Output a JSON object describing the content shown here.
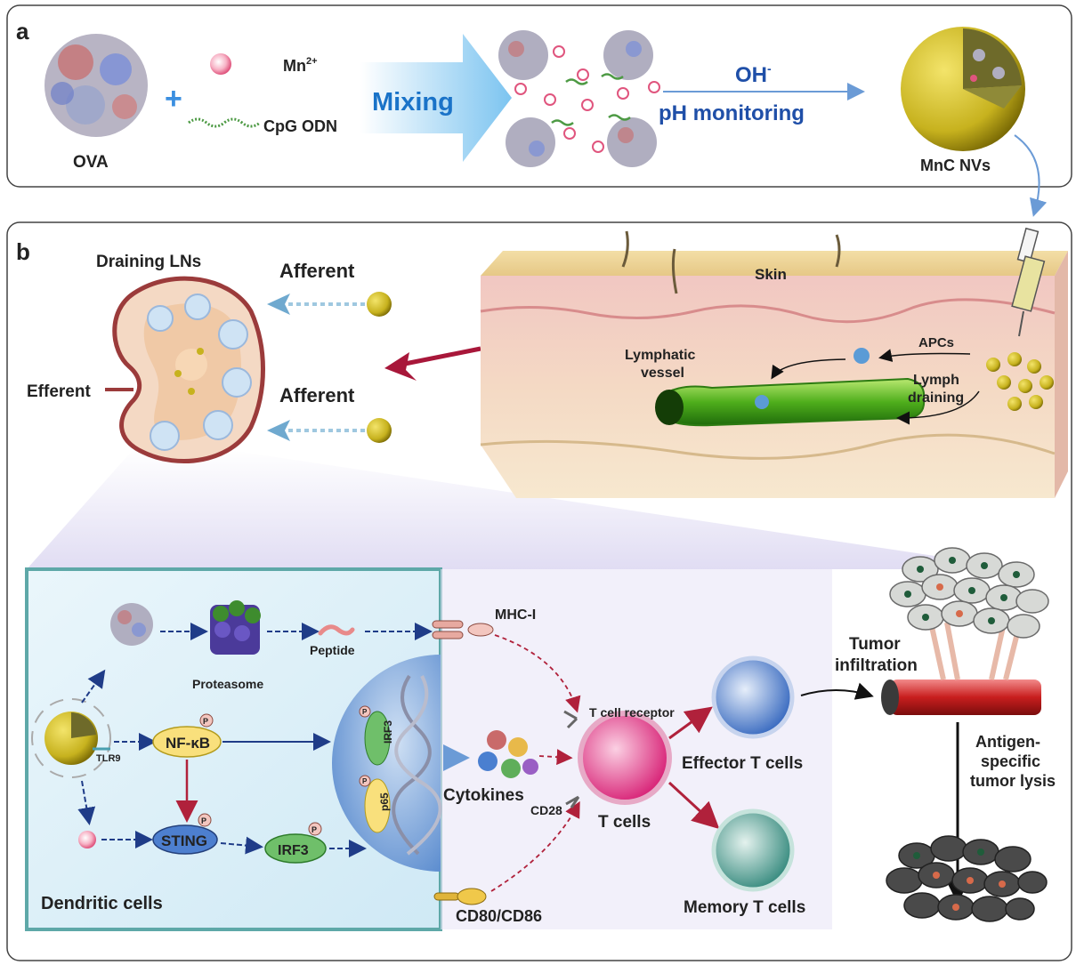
{
  "panel_a": {
    "letter": "a",
    "ova": "OVA",
    "plus": "+",
    "mn": "Mn",
    "mn_sup": "2+",
    "cpg": "CpG ODN",
    "mixing": "Mixing",
    "oh": "OH",
    "oh_sup": "-",
    "ph": "pH monitoring",
    "mnc": "MnC NVs"
  },
  "panel_b": {
    "letter": "b",
    "draining": "Draining LNs",
    "afferent_top": "Afferent",
    "afferent_bottom": "Afferent",
    "efferent": "Efferent",
    "skin": "Skin",
    "lymphatic_1": "Lymphatic",
    "lymphatic_2": "vessel",
    "apcs": "APCs",
    "lymph_1": "Lymph",
    "lymph_2": "draining"
  },
  "pathway": {
    "peptide": "Peptide",
    "proteasome": "Proteasome",
    "mhc": "MHC-I",
    "tlr9": "TLR9",
    "nfkb": "NF-κB",
    "sting": "STING",
    "irf3": "IRF3",
    "irf3_nucleus": "IRF3",
    "p65": "p65",
    "phos": "P",
    "cytokines": "Cytokines",
    "tcr": "T cell receptor",
    "cd28": "CD28",
    "tcells": "T cells",
    "effector": "Effector T cells",
    "memory": "Memory T cells",
    "cd80": "CD80/CD86",
    "dendritic": "Dendritic cells",
    "tumor_1": "Tumor",
    "tumor_2": "infiltration",
    "lysis_1": "Antigen-",
    "lysis_2": "specific",
    "lysis_3": "tumor lysis"
  }
}
